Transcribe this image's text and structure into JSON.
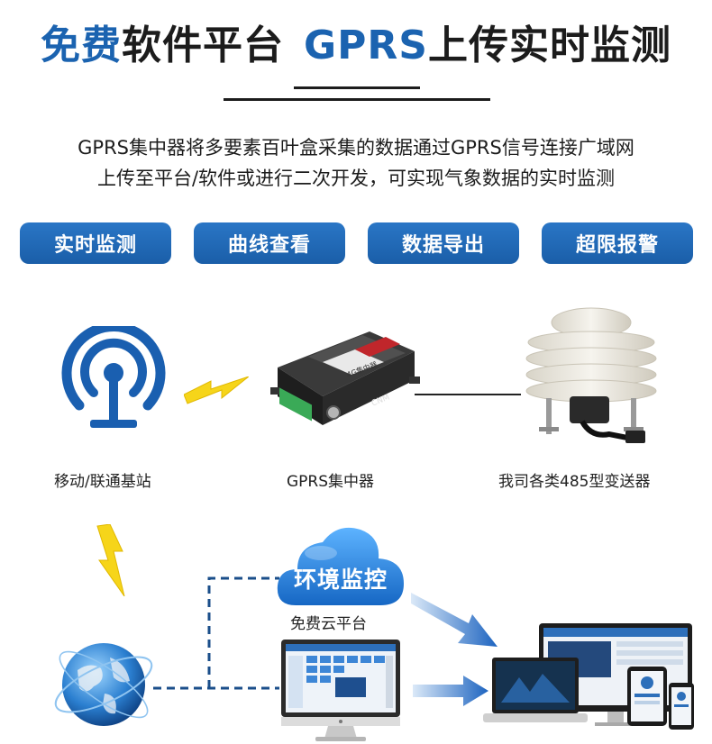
{
  "header": {
    "title_part1": "免费",
    "title_part2": "软件平台",
    "title_part3": "GPRS",
    "title_part4": "上传实时监测"
  },
  "description": {
    "line1": "GPRS集中器将多要素百叶盒采集的数据通过GPRS信号连接广域网",
    "line2": "上传至平台/软件或进行二次开发，可实现气象数据的实时监测"
  },
  "features": [
    {
      "label": "实时监测"
    },
    {
      "label": "曲线查看"
    },
    {
      "label": "数据导出"
    },
    {
      "label": "超限报警"
    }
  ],
  "devices": {
    "station_label": "移动/联通基站",
    "gprs_label": "GPRS集中器",
    "gprs_badge": "4G集中器",
    "gprs_panel": "CNM",
    "sensor_label": "我司各类485型变送器"
  },
  "cloud": {
    "title": "环境监控",
    "subtitle": "免费云平台"
  },
  "colors": {
    "brand_blue": "#1b63b0",
    "lightning_yellow": "#f6d51a"
  }
}
